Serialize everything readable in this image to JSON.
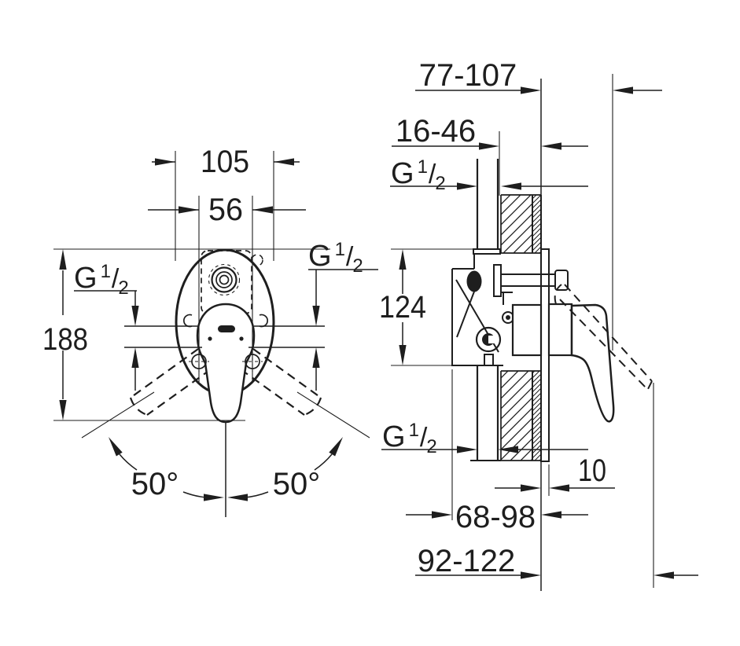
{
  "colors": {
    "ink": "#1e1e1e",
    "paper": "#ffffff"
  },
  "front_view": {
    "plate_width": "105",
    "screw_spacing": "56",
    "overall_height": "188",
    "swing_angle_left": "50°",
    "swing_angle_right": "50°"
  },
  "side_view": {
    "projection_handle_down": "77-107",
    "finished_wall_range": "16-46",
    "body_height": "124",
    "escutcheon_thickness": "10",
    "rough_in_depth": "68-98",
    "projection_handle_up": "92-122"
  },
  "thread": {
    "prefix": "G",
    "numerator": "1",
    "slash": "/",
    "denominator": "2"
  }
}
